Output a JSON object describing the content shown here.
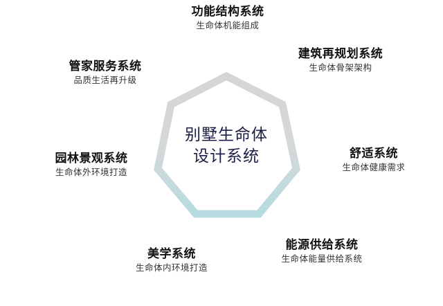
{
  "center": {
    "line1": "别墅生命体",
    "line2": "设计系统"
  },
  "nodes": [
    {
      "id": "function-structure",
      "title": "功能结构系统",
      "subtitle": "生命体机能组成"
    },
    {
      "id": "architecture-replan",
      "title": "建筑再规划系统",
      "subtitle": "生命体骨架架构"
    },
    {
      "id": "comfort",
      "title": "舒适系统",
      "subtitle": "生命体健康需求"
    },
    {
      "id": "energy-supply",
      "title": "能源供给系统",
      "subtitle": "生命体能量供给系统"
    },
    {
      "id": "aesthetics",
      "title": "美学系统",
      "subtitle": "生命体内环境打造"
    },
    {
      "id": "landscape",
      "title": "园林景观系统",
      "subtitle": "生命体外环境打造"
    },
    {
      "id": "butler-service",
      "title": "管家服务系统",
      "subtitle": "品质生活再升级"
    }
  ],
  "colors": {
    "heptagon_top": "#d6d6d6",
    "heptagon_bottom": "#b6dbe1",
    "center_text": "#1c1f45",
    "title_text": "#111111",
    "subtitle_text": "#333333"
  }
}
